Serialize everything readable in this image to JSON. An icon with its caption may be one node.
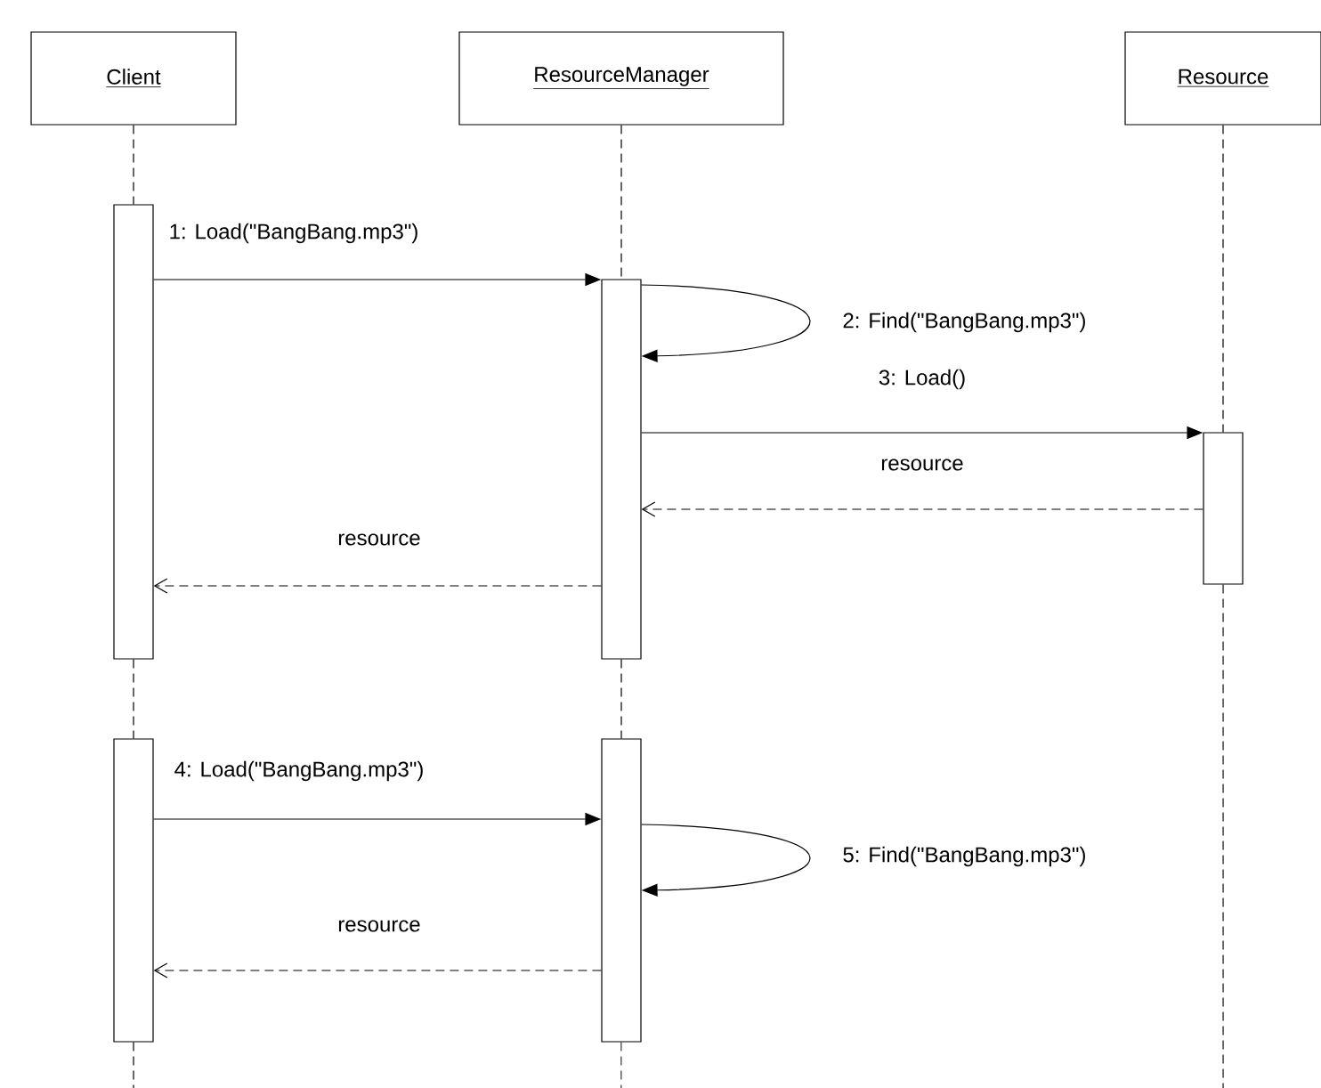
{
  "diagram": {
    "nodes": [
      {
        "text": [
          "Client"
        ]
      },
      {
        "text": [
          "ResourceManager"
        ]
      },
      {
        "text": [
          "Resource"
        ]
      },
      {
        "text": [],
        "shape": "bar"
      },
      {
        "text": [],
        "shape": "bar"
      },
      {
        "text": [],
        "shape": "bar"
      },
      {
        "text": [],
        "shape": "bar"
      },
      {
        "text": [],
        "shape": "bar"
      }
    ],
    "edges": [
      {
        "from": 0,
        "to": 3,
        "arrow": "none",
        "style": "dashed"
      },
      {
        "from": 3,
        "to": 6,
        "arrow": "none",
        "style": "dashed"
      },
      {
        "from": 6,
        "to": null,
        "arrow": "none",
        "style": "dashed"
      },
      {
        "from": 1,
        "to": 4,
        "arrow": "none",
        "style": "dashed"
      },
      {
        "from": 4,
        "to": 7,
        "arrow": "none",
        "style": "dashed"
      },
      {
        "from": 7,
        "to": null,
        "arrow": "none",
        "style": "dashed"
      },
      {
        "from": 2,
        "to": 5,
        "arrow": "none",
        "style": "dashed"
      },
      {
        "from": 5,
        "to": null,
        "arrow": "none",
        "style": "dashed"
      },
      {
        "from": 3,
        "to": 4,
        "arrow": "to",
        "label": "1: Load(\"BangBang.mp3\")"
      },
      {
        "from": 4,
        "to": 4,
        "arrow": "to",
        "label": "2: Find(\"BangBang.mp3\")"
      },
      {
        "from": 4,
        "to": 5,
        "arrow": "to",
        "label": "3: Load()"
      },
      {
        "from": 5,
        "to": 4,
        "arrow": "to",
        "style": "dashed",
        "label": "resource"
      },
      {
        "from": 4,
        "to": 3,
        "arrow": "to",
        "style": "dashed",
        "label": "resource"
      },
      {
        "from": 6,
        "to": 7,
        "arrow": "to",
        "label": "4: Load(\"BangBang.mp3\")"
      },
      {
        "from": 7,
        "to": 7,
        "arrow": "to",
        "label": "5: Find(\"BangBang.mp3\")"
      },
      {
        "from": 7,
        "to": 6,
        "arrow": "to",
        "style": "dashed",
        "label": "resource"
      }
    ]
  }
}
